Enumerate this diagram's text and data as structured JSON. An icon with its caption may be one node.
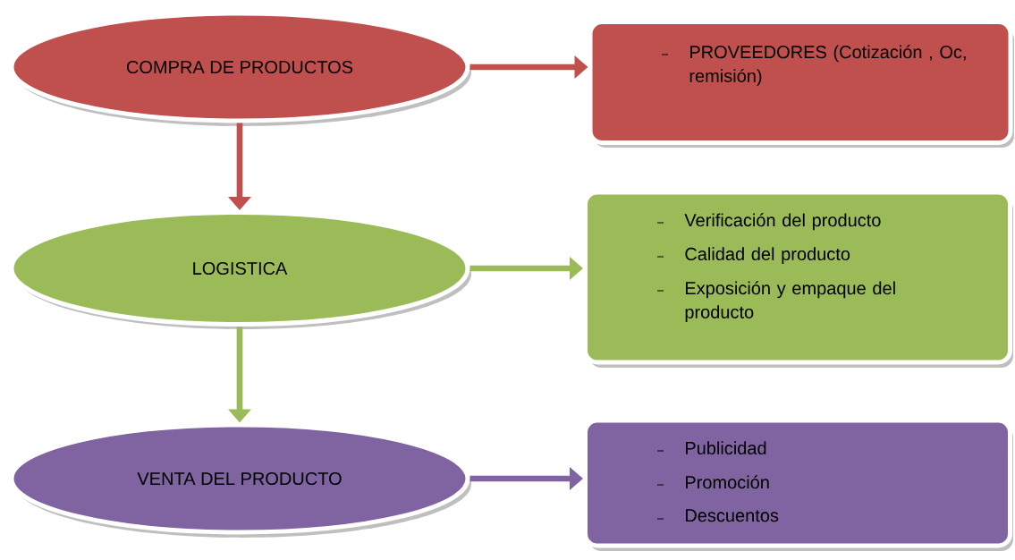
{
  "diagram": {
    "nodes": [
      {
        "text": [
          "COMPRA DE PRODUCTOS"
        ]
      },
      {
        "text": [
          "PROVEEDORES (Cotización , Oc, remisión)"
        ]
      },
      {
        "text": [
          "LOGISTICA"
        ]
      },
      {
        "text": [
          "Verificación del producto",
          "Calidad del producto",
          "Exposición y empaque del producto"
        ]
      },
      {
        "text": [
          "VENTA DEL PRODUCTO"
        ]
      },
      {
        "text": [
          "Publicidad",
          "Promoción",
          "Descuentos"
        ]
      }
    ],
    "edges": [
      {
        "from": 0,
        "to": 1,
        "arrow": "to",
        "color": "#c0504d"
      },
      {
        "from": 0,
        "to": 2,
        "arrow": "to",
        "color": "#c0504d"
      },
      {
        "from": 2,
        "to": 3,
        "arrow": "to",
        "color": "#9bbb59"
      },
      {
        "from": 2,
        "to": 4,
        "arrow": "to",
        "color": "#9bbb59"
      },
      {
        "from": 4,
        "to": 5,
        "arrow": "to",
        "color": "#8064a2"
      }
    ]
  }
}
